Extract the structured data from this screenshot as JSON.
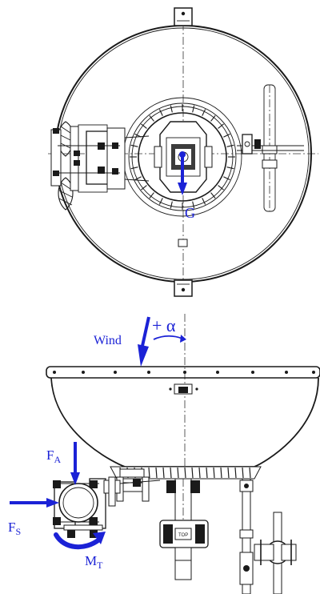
{
  "colors": {
    "annotation": "#1b22d6",
    "drawing": "#1a1a1a",
    "background": "#ffffff"
  },
  "top_view": {
    "load_label": "G"
  },
  "side_view": {
    "wind_label": "Wind",
    "angle_label": "+ α",
    "axial_force": {
      "main": "F",
      "sub": "A"
    },
    "side_force": {
      "main": "F",
      "sub": "S"
    },
    "torque": {
      "main": "M",
      "sub": "T"
    },
    "bracket_tag": "TOP"
  }
}
